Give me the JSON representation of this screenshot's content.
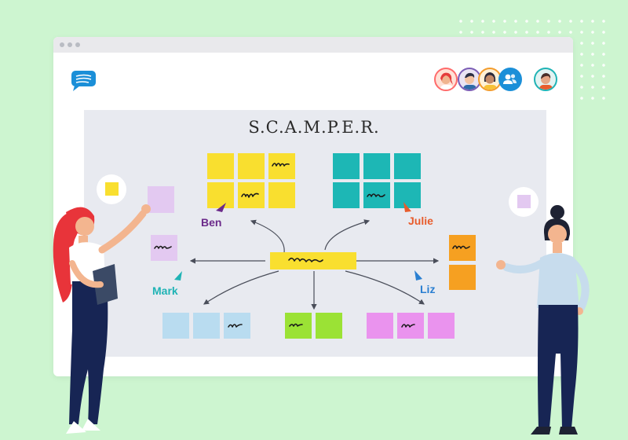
{
  "board": {
    "title": "S.C.A.M.P.E.R."
  },
  "collaborators": [
    {
      "name": "Ben",
      "color": "#6b2a8a"
    },
    {
      "name": "Julie",
      "color": "#e85c2c"
    },
    {
      "name": "Mark",
      "color": "#1fb3b5"
    },
    {
      "name": "Liz",
      "color": "#2a7fd1"
    }
  ],
  "colors": {
    "background": "#cdf5d0",
    "board": "#e8eaf0",
    "yellow": "#f9df2f",
    "teal": "#1db7b5",
    "blue": "#b9dcf0",
    "green": "#9be235",
    "pink": "#ea93ee",
    "orange": "#f6a021",
    "lavender": "#e3c9f1",
    "center_note": "#f9df2f",
    "logo": "#1b8fd8"
  },
  "icons": [
    "chat-logo-icon",
    "user-group-icon"
  ]
}
